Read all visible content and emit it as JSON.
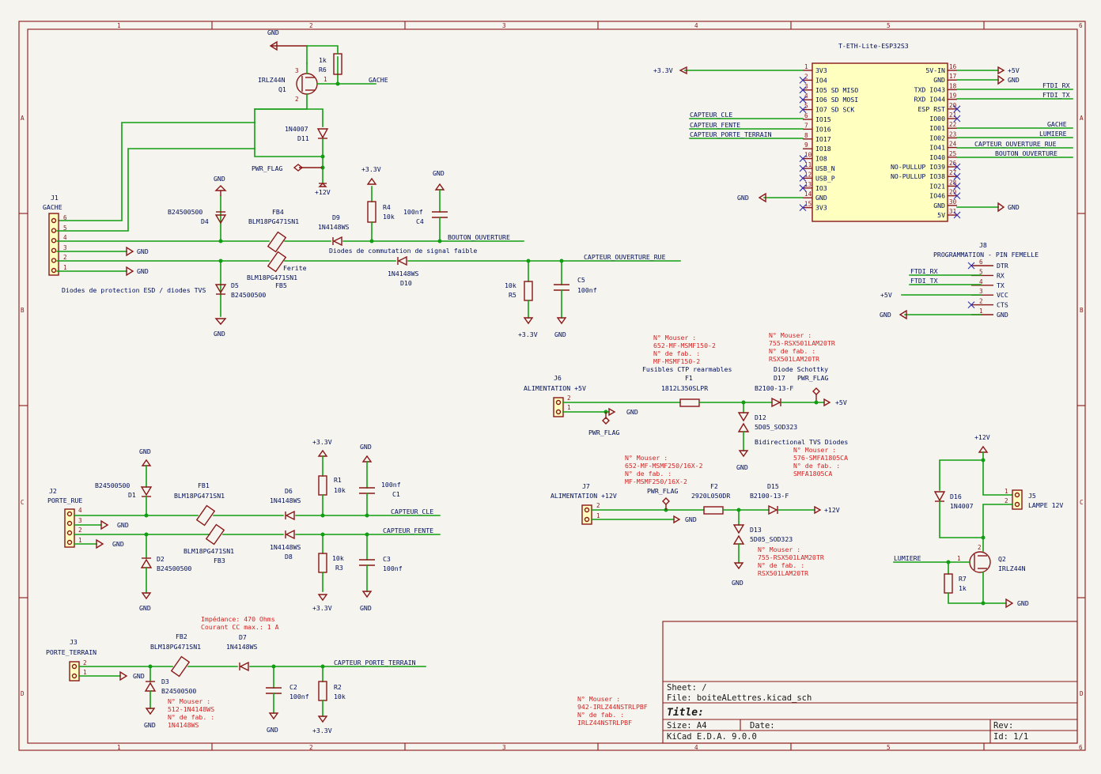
{
  "frame": {
    "cols": [
      "1",
      "2",
      "3",
      "4",
      "5",
      "6"
    ],
    "rows": [
      "A",
      "B",
      "C",
      "D"
    ]
  },
  "power": {
    "gnd": "GND",
    "v33": "+3.3V",
    "v5": "+5V",
    "v12": "+12V",
    "pwr_flag": "PWR_FLAG"
  },
  "nets": {
    "gache": "GACHE",
    "lumiere": "LUMIERE",
    "bouton_ouverture": "BOUTON_OUVERTURE",
    "capteur_ouverture_rue": "CAPTEUR_OUVERTURE_RUE",
    "capteur_cle": "CAPTEUR_CLE",
    "capteur_fente": "CAPTEUR_FENTE",
    "capteur_porte_terrain": "CAPTEUR_PORTE_TERRAIN",
    "ftdi_rx": "FTDI_RX",
    "ftdi_tx": "FTDI_TX"
  },
  "parts": {
    "q1": {
      "ref": "Q1",
      "value": "IRLZ44N"
    },
    "q2": {
      "ref": "Q2",
      "value": "IRLZ44N"
    },
    "r6": {
      "ref": "R6",
      "value": "1k"
    },
    "r7": {
      "ref": "R7",
      "value": "1k"
    },
    "r4": {
      "ref": "R4",
      "value": "10k"
    },
    "r5": {
      "ref": "R5",
      "value": "10k"
    },
    "r1": {
      "ref": "R1",
      "value": "10k"
    },
    "r3": {
      "ref": "R3",
      "value": "10k"
    },
    "r2": {
      "ref": "R2",
      "value": "10k"
    },
    "c4": {
      "ref": "C4",
      "value": "100nf"
    },
    "c5": {
      "ref": "C5",
      "value": "100nf"
    },
    "c1": {
      "ref": "C1",
      "value": "100nf"
    },
    "c3": {
      "ref": "C3",
      "value": "100nf"
    },
    "c2": {
      "ref": "C2",
      "value": "100nf"
    },
    "d11": {
      "ref": "D11",
      "value": "1N4007"
    },
    "d16": {
      "ref": "D16",
      "value": "1N4007"
    },
    "d4": {
      "ref": "D4",
      "value": "B24500500"
    },
    "d5": {
      "ref": "D5",
      "value": "B24500500"
    },
    "d1": {
      "ref": "D1",
      "value": "B24500500"
    },
    "d2": {
      "ref": "D2",
      "value": "B24500500"
    },
    "d3": {
      "ref": "D3",
      "value": "B24500500"
    },
    "d9": {
      "ref": "D9",
      "value": "1N4148WS"
    },
    "d10": {
      "ref": "D10",
      "value": "1N4148WS"
    },
    "d6": {
      "ref": "D6",
      "value": "1N4148WS"
    },
    "d8": {
      "ref": "D8",
      "value": "1N4148WS"
    },
    "d7": {
      "ref": "D7",
      "value": "1N4148WS"
    },
    "fb4": {
      "ref": "FB4",
      "value": "BLM18PG471SN1"
    },
    "fb5": {
      "ref": "FB5",
      "value": "BLM18PG471SN1"
    },
    "fb1": {
      "ref": "FB1",
      "value": "BLM18PG471SN1"
    },
    "fb3": {
      "ref": "FB3",
      "value": "BLM18PG471SN1"
    },
    "fb2": {
      "ref": "FB2",
      "value": "BLM18PG471SN1"
    },
    "ferrite": "Ferite",
    "f1": {
      "ref": "F1",
      "value": "1812L350SLPR"
    },
    "f2": {
      "ref": "F2",
      "value": "2920L050DR"
    },
    "d17": {
      "ref": "D17",
      "value": "B2100-13-F"
    },
    "d15": {
      "ref": "D15",
      "value": "B2100-13-F"
    },
    "d12": {
      "ref": "D12",
      "value": "5D05_SOD323"
    },
    "d13": {
      "ref": "D13",
      "value": "5D05_SOD323"
    }
  },
  "connectors": {
    "j1": {
      "ref": "J1",
      "value": "GACHE",
      "pins": [
        "6",
        "5",
        "4",
        "3",
        "2",
        "1"
      ]
    },
    "j2": {
      "ref": "J2",
      "value": "PORTE_RUE",
      "pins": [
        "4",
        "3",
        "2",
        "1"
      ]
    },
    "j3": {
      "ref": "J3",
      "value": "PORTE_TERRAIN",
      "pins": [
        "2",
        "1"
      ]
    },
    "j5": {
      "ref": "J5",
      "value": "LAMPE 12V",
      "pins": [
        "1",
        "2"
      ]
    },
    "j6": {
      "ref": "J6",
      "value": "ALIMENTATION +5V",
      "pins": [
        "2",
        "1"
      ]
    },
    "j7": {
      "ref": "J7",
      "value": "ALIMENTATION +12V",
      "pins": [
        "2",
        "1"
      ]
    },
    "j8": {
      "ref": "J8",
      "value": "PROGRAMMATION - PIN FEMELLE",
      "pins": [
        {
          "num": "6",
          "name": "DTR"
        },
        {
          "num": "5",
          "name": "RX"
        },
        {
          "num": "4",
          "name": "TX"
        },
        {
          "num": "3",
          "name": "VCC"
        },
        {
          "num": "2",
          "name": "CTS"
        },
        {
          "num": "1",
          "name": "GND"
        }
      ]
    }
  },
  "esp": {
    "title": "T-ETH-Lite-ESP32S3",
    "left_pins": [
      {
        "num": "1",
        "name": "3V3"
      },
      {
        "num": "2",
        "name": "IO4"
      },
      {
        "num": "3",
        "name": "IO5 SD MISO"
      },
      {
        "num": "4",
        "name": "IO6 SD MOSI"
      },
      {
        "num": "5",
        "name": "IO7 SD SCK"
      },
      {
        "num": "6",
        "name": "IO15"
      },
      {
        "num": "7",
        "name": "IO16"
      },
      {
        "num": "8",
        "name": "IO17"
      },
      {
        "num": "9",
        "name": "IO18"
      },
      {
        "num": "10",
        "name": "IO8"
      },
      {
        "num": "11",
        "name": "USB_N"
      },
      {
        "num": "12",
        "name": "USB_P"
      },
      {
        "num": "13",
        "name": "IO3"
      },
      {
        "num": "14",
        "name": "GND"
      },
      {
        "num": "15",
        "name": "3V3"
      }
    ],
    "right_pins": [
      {
        "num": "16",
        "name": "5V-IN"
      },
      {
        "num": "17",
        "name": "GND"
      },
      {
        "num": "18",
        "name": "TXD IO43"
      },
      {
        "num": "19",
        "name": "RXD IO44"
      },
      {
        "num": "20",
        "name": "ESP RST"
      },
      {
        "num": "21",
        "name": "IO00"
      },
      {
        "num": "22",
        "name": "IO01"
      },
      {
        "num": "23",
        "name": "IO02"
      },
      {
        "num": "24",
        "name": "IO41"
      },
      {
        "num": "25",
        "name": "IO40"
      },
      {
        "num": "26",
        "name": "NO-PULLUP IO39"
      },
      {
        "num": "27",
        "name": "NO-PULLUP IO38"
      },
      {
        "num": "28",
        "name": "IO21"
      },
      {
        "num": "29",
        "name": "IO46"
      },
      {
        "num": "30",
        "name": "GND"
      },
      {
        "num": "31",
        "name": "5V"
      }
    ]
  },
  "notes": {
    "esd": "Diodes de protection ESD / diodes TVS",
    "commutation": "Diodes de commutation de signal faible",
    "ptc": "Fusibles CTP rearmables",
    "schottky": "Diode Schottky",
    "tvs": "Bidirectional TVS Diodes",
    "impedance": "Impédance:     470 Ohms",
    "courant": "Courant CC max.:          1 A",
    "f1_mouser": "N° Mouser :",
    "f1_mouser_v": "652-MF-MSMF150-2",
    "f1_fab": "N° de fab. :",
    "f1_fab_v": "MF-MSMF150-2",
    "d17_mouser": "N° Mouser :",
    "d17_mouser_v": "755-RSX501LAM20TR",
    "d17_fab": "N° de fab. :",
    "d17_fab_v": "RSX501LAM20TR",
    "d12_mouser": "N° Mouser :",
    "d12_mouser_v": "576-SMFA1805CA",
    "d12_fab": "N° de fab. :",
    "d12_fab_v": "SMFA1805CA",
    "f2_mouser": "N° Mouser :",
    "f2_mouser_v": "652-MF-MSMF250/16X-2",
    "f2_fab": "N° de fab. :",
    "f2_fab_v": "MF-MSMF250/16X-2",
    "d13_mouser": "N° Mouser :",
    "d13_mouser_v": "755-RSX501LAM20TR",
    "d13_fab": "N° de fab. :",
    "d13_fab_v": "RSX501LAM20TR",
    "d3_mouser": "N° Mouser :",
    "d3_mouser_v": "512-1N4148WS",
    "d3_fab": "N° de fab. :",
    "d3_fab_v": "1N4148WS",
    "q_mouser": "N° Mouser :",
    "q_mouser_v": "942-IRLZ44NSTRLPBF",
    "q_fab": "N° de fab. :",
    "q_fab_v": "IRLZ44NSTRLPBF"
  },
  "title_block": {
    "sheet": "Sheet: /",
    "file": "File: boiteALettres.kicad_sch",
    "title": "Title:",
    "size": "Size: A4",
    "date": "Date:",
    "rev": "Rev:",
    "tool": "KiCad E.D.A. 9.0.0",
    "id": "Id: 1/1"
  }
}
